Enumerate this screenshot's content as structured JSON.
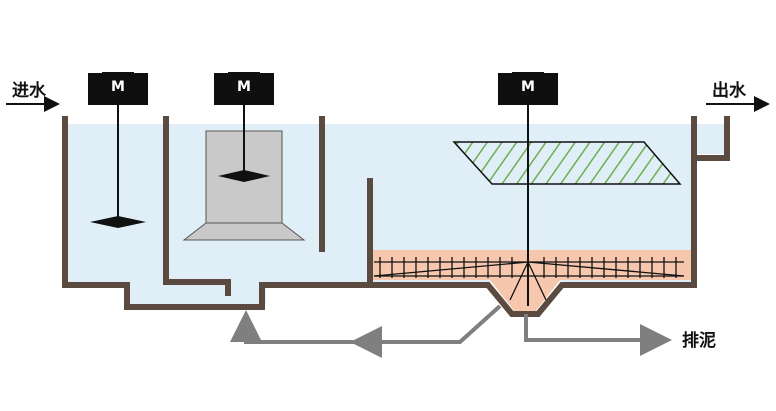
{
  "labels": {
    "inlet": "进水",
    "outlet": "出水",
    "sludge_discharge": "排泥"
  },
  "motors": [
    {
      "label": "M"
    },
    {
      "label": "M"
    },
    {
      "label": "M"
    }
  ],
  "colors": {
    "water": "#dfeef7",
    "wall": "#5b4a3f",
    "sludge": "#f6c7ad",
    "motor": "#0f0f0f",
    "tube_settler": "#6fae4f",
    "pipe": "#7f7f7f",
    "mixer_housing": "#c9c9c9"
  }
}
